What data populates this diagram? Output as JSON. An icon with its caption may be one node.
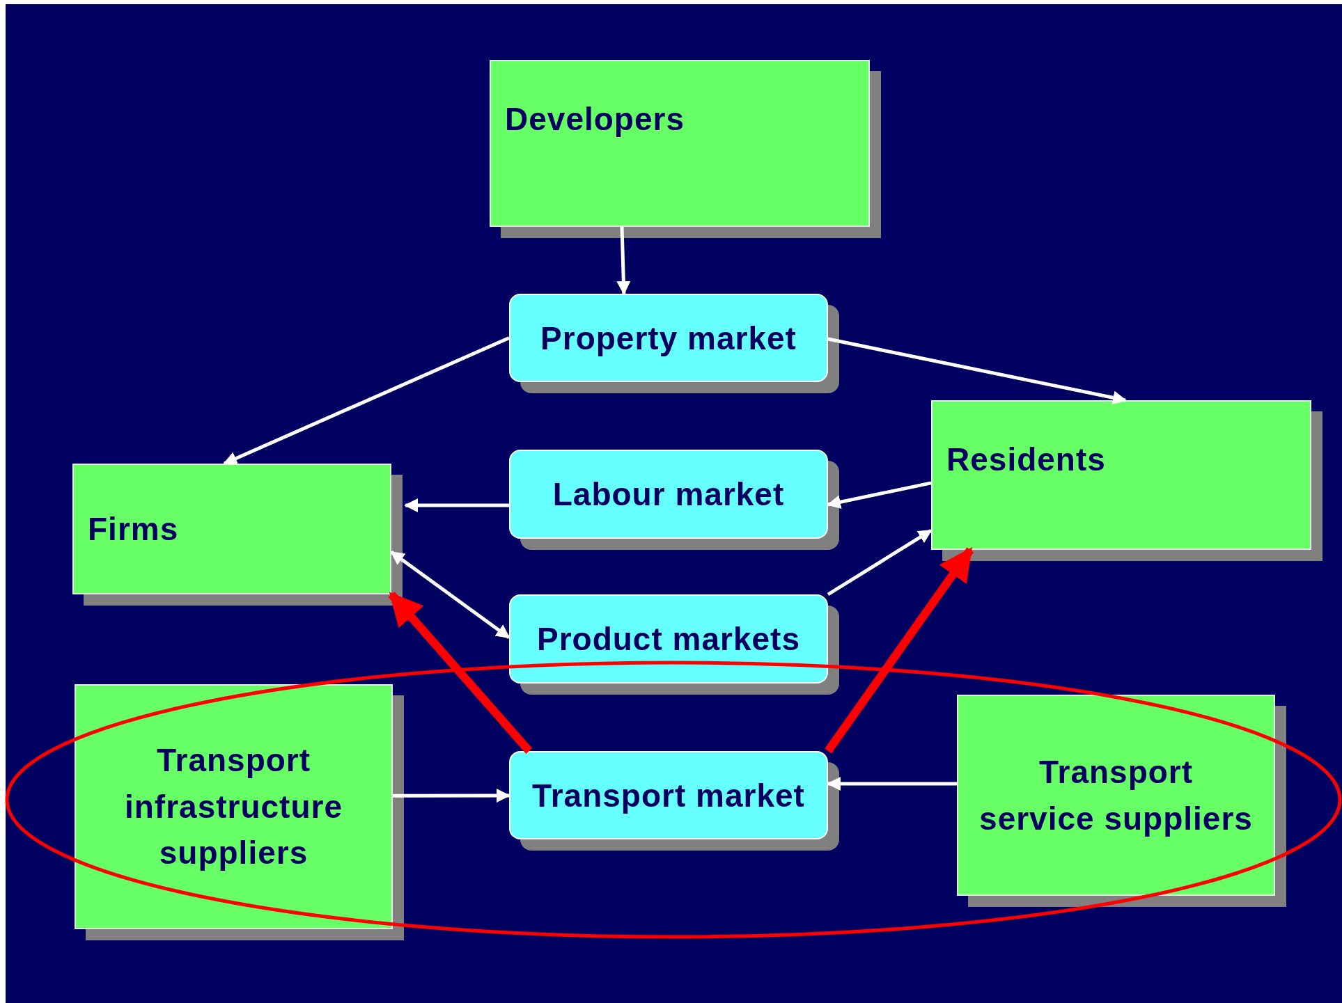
{
  "diagram": {
    "nodes": [
      {
        "text": [
          "Developers"
        ]
      },
      {
        "text": [
          "Property market"
        ]
      },
      {
        "text": [
          "Residents"
        ]
      },
      {
        "text": [
          "Firms"
        ]
      },
      {
        "text": [
          "Labour market"
        ]
      },
      {
        "text": [
          "Product markets"
        ]
      },
      {
        "text": [
          "Transport infrastructure suppliers"
        ]
      },
      {
        "text": [
          "Transport market"
        ]
      },
      {
        "text": [
          "Transport service suppliers"
        ]
      }
    ],
    "edges": [
      {
        "from": 0,
        "to": 1,
        "arrow": "to"
      },
      {
        "from": 1,
        "to": 3,
        "arrow": "to"
      },
      {
        "from": 1,
        "to": 2,
        "arrow": "to"
      },
      {
        "from": 4,
        "to": 3,
        "arrow": "to"
      },
      {
        "from": 2,
        "to": 4,
        "arrow": "to"
      },
      {
        "from": 3,
        "to": 5,
        "arrow": "both"
      },
      {
        "from": 5,
        "to": 2,
        "arrow": "to"
      },
      {
        "from": 6,
        "to": 7,
        "arrow": "to"
      },
      {
        "from": 8,
        "to": 7,
        "arrow": "to"
      },
      {
        "from": 7,
        "to": 3,
        "arrow": "to",
        "style": "thick",
        "color": "#ff0000"
      },
      {
        "from": 7,
        "to": 2,
        "arrow": "to",
        "style": "thick",
        "color": "#ff0000"
      }
    ]
  }
}
